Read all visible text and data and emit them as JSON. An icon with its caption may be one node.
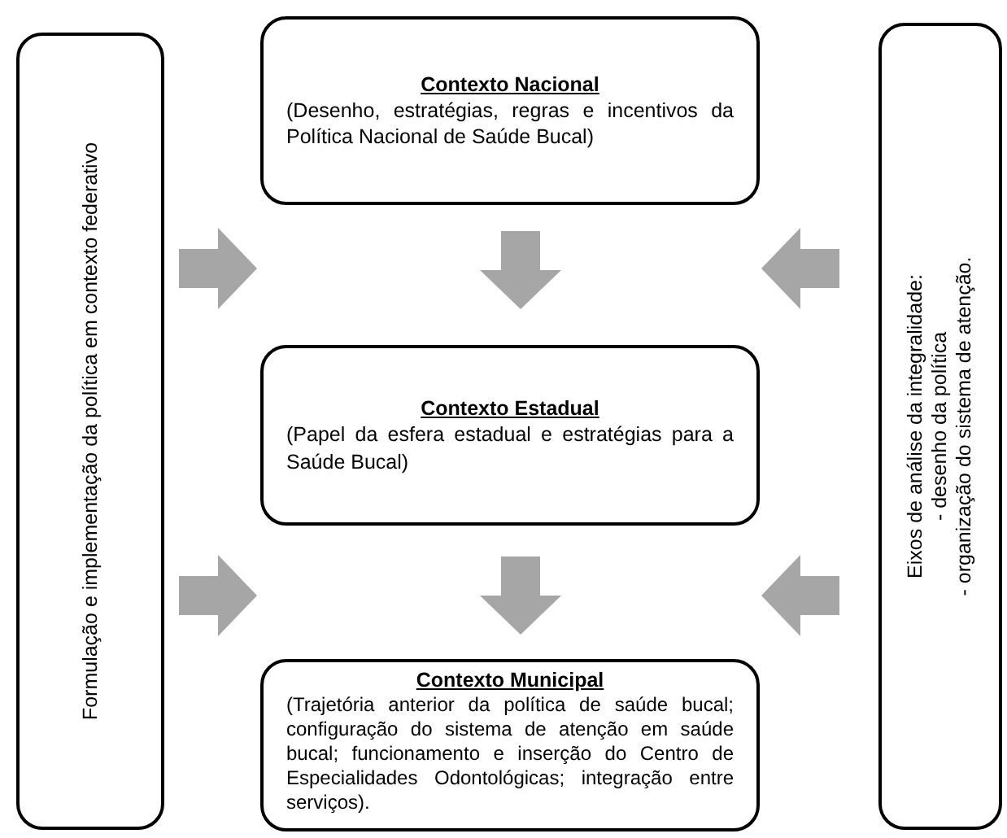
{
  "diagram": {
    "nodes": [
      {
        "text": [
          "Formulação e implementação da política em contexto federativo"
        ]
      },
      {
        "text": [
          "Contexto Nacional",
          "(Desenho, estratégias, regras e incentivos da Política Nacional de Saúde Bucal)"
        ]
      },
      {
        "text": [
          "Contexto Estadual",
          "(Papel da esfera estadual e estratégias para a Saúde Bucal)"
        ]
      },
      {
        "text": [
          "Contexto Municipal",
          "(Trajetória anterior da política de saúde bucal; configuração do sistema de atenção em saúde bucal; funcionamento e inserção do Centro de Especialidades Odontológicas; integração entre serviços)."
        ]
      },
      {
        "text": [
          "Eixos de análise da integralidade:",
          "- desenho da política",
          "- organização do sistema de atenção."
        ]
      }
    ],
    "edges": [
      {
        "from": 1,
        "to": 2,
        "arrow": "to"
      },
      {
        "from": 2,
        "to": 3,
        "arrow": "to"
      }
    ]
  }
}
